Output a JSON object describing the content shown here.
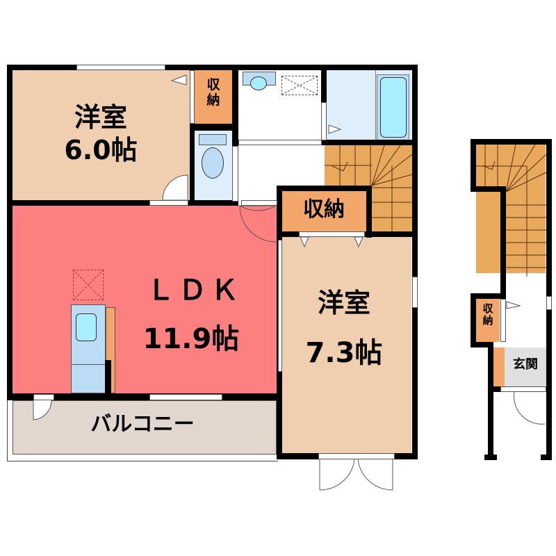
{
  "floor_plan": {
    "colors": {
      "western_room": "#f0cfb0",
      "ldk": "#fd8080",
      "storage": "#f2a66a",
      "stairs": "#e9a95c",
      "wet_area": "#dfeefb",
      "fixture": "#bcdcf5",
      "fixture_inner": "#a9eefc",
      "balcony": "#e2d7ce",
      "entrance": "#e0e0e0",
      "wall": "#000000"
    },
    "rooms": {
      "western_room_1": {
        "name": "洋室",
        "size": "6.0帖"
      },
      "ldk": {
        "name": "ＬＤＫ",
        "size": "11.9帖"
      },
      "western_room_2": {
        "name": "洋室",
        "size": "7.3帖"
      },
      "storage_small_1": {
        "name": "収\n納"
      },
      "storage_large": {
        "name": "収納"
      },
      "storage_small_2": {
        "name": "収\n納"
      },
      "balcony": {
        "name": "バルコニー"
      },
      "entrance": {
        "name": "玄関"
      }
    }
  }
}
